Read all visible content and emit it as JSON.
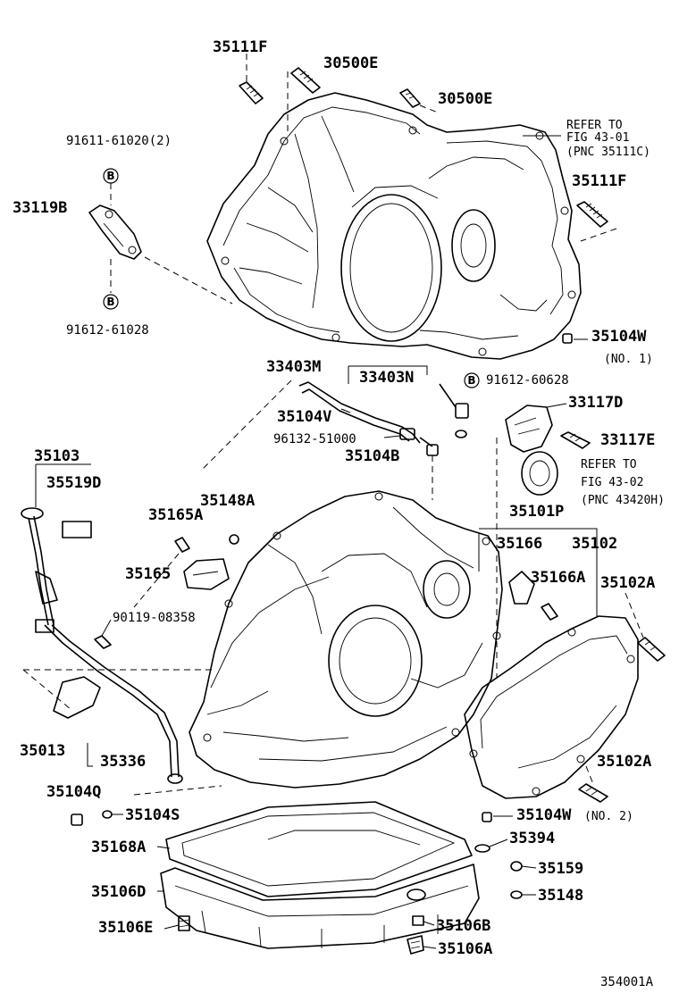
{
  "diagram": {
    "figure_code": "354001A",
    "bolt_marker": "B",
    "labels": {
      "p35111F_top": "35111F",
      "p30500E_top": "30500E",
      "p30500E_mid": "30500E",
      "p91611": "91611-61020(2)",
      "p33119B": "33119B",
      "p91612_61028": "91612-61028",
      "p35111F_right": "35111F",
      "p35104W_1": "35104W",
      "p35104W_1_note": "(NO. 1)",
      "p33403M": "33403M",
      "p33403N": "33403N",
      "p91612_60628": "91612-60628",
      "p35104V": "35104V",
      "p96132": "96132-51000",
      "p35104B": "35104B",
      "p33117D": "33117D",
      "p33117E": "33117E",
      "p35103": "35103",
      "p35519D": "35519D",
      "p35148A": "35148A",
      "p35165A": "35165A",
      "p35165": "35165",
      "p35101P": "35101P",
      "p35166": "35166",
      "p35102": "35102",
      "p35166A": "35166A",
      "p35102A_top": "35102A",
      "p90119": "90119-08358",
      "p35013": "35013",
      "p35336": "35336",
      "p35102A_bottom": "35102A",
      "p35104Q": "35104Q",
      "p35104S": "35104S",
      "p35104W_2": "35104W",
      "p35104W_2_note": "(NO. 2)",
      "p35168A": "35168A",
      "p35394": "35394",
      "p35159": "35159",
      "p35106D": "35106D",
      "p35148": "35148",
      "p35106E": "35106E",
      "p35106B": "35106B",
      "p35106A": "35106A"
    },
    "refer_notes": {
      "fig4301_line1": "REFER TO",
      "fig4301_line2": "FIG 43-01",
      "fig4301_line3": "(PNC 35111C)",
      "fig4302_line1": "REFER TO",
      "fig4302_line2": "FIG 43-02",
      "fig4302_line3": "(PNC 43420H)"
    }
  }
}
